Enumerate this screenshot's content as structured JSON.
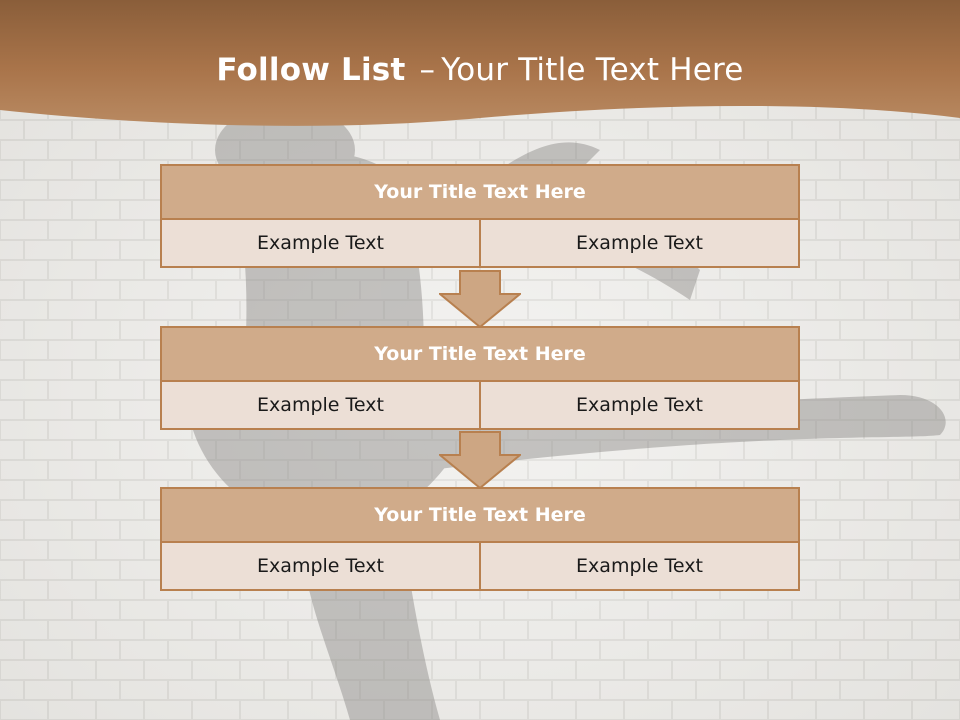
{
  "slide": {
    "title_bold": "Follow List",
    "title_dash": "–",
    "title_rest": "Your Title Text Here"
  },
  "blocks": [
    {
      "title": "Your Title Text Here",
      "left": "Example Text",
      "right": "Example Text"
    },
    {
      "title": "Your Title Text Here",
      "left": "Example Text",
      "right": "Example Text"
    },
    {
      "title": "Your Title Text Here",
      "left": "Example Text",
      "right": "Example Text"
    }
  ],
  "colors": {
    "header_band": "#a9744a",
    "block_title_fill": "#d0ab8a",
    "block_border": "#b8804f",
    "cell_fill": "#ecdfd6",
    "arrow_fill": "#cda683"
  }
}
